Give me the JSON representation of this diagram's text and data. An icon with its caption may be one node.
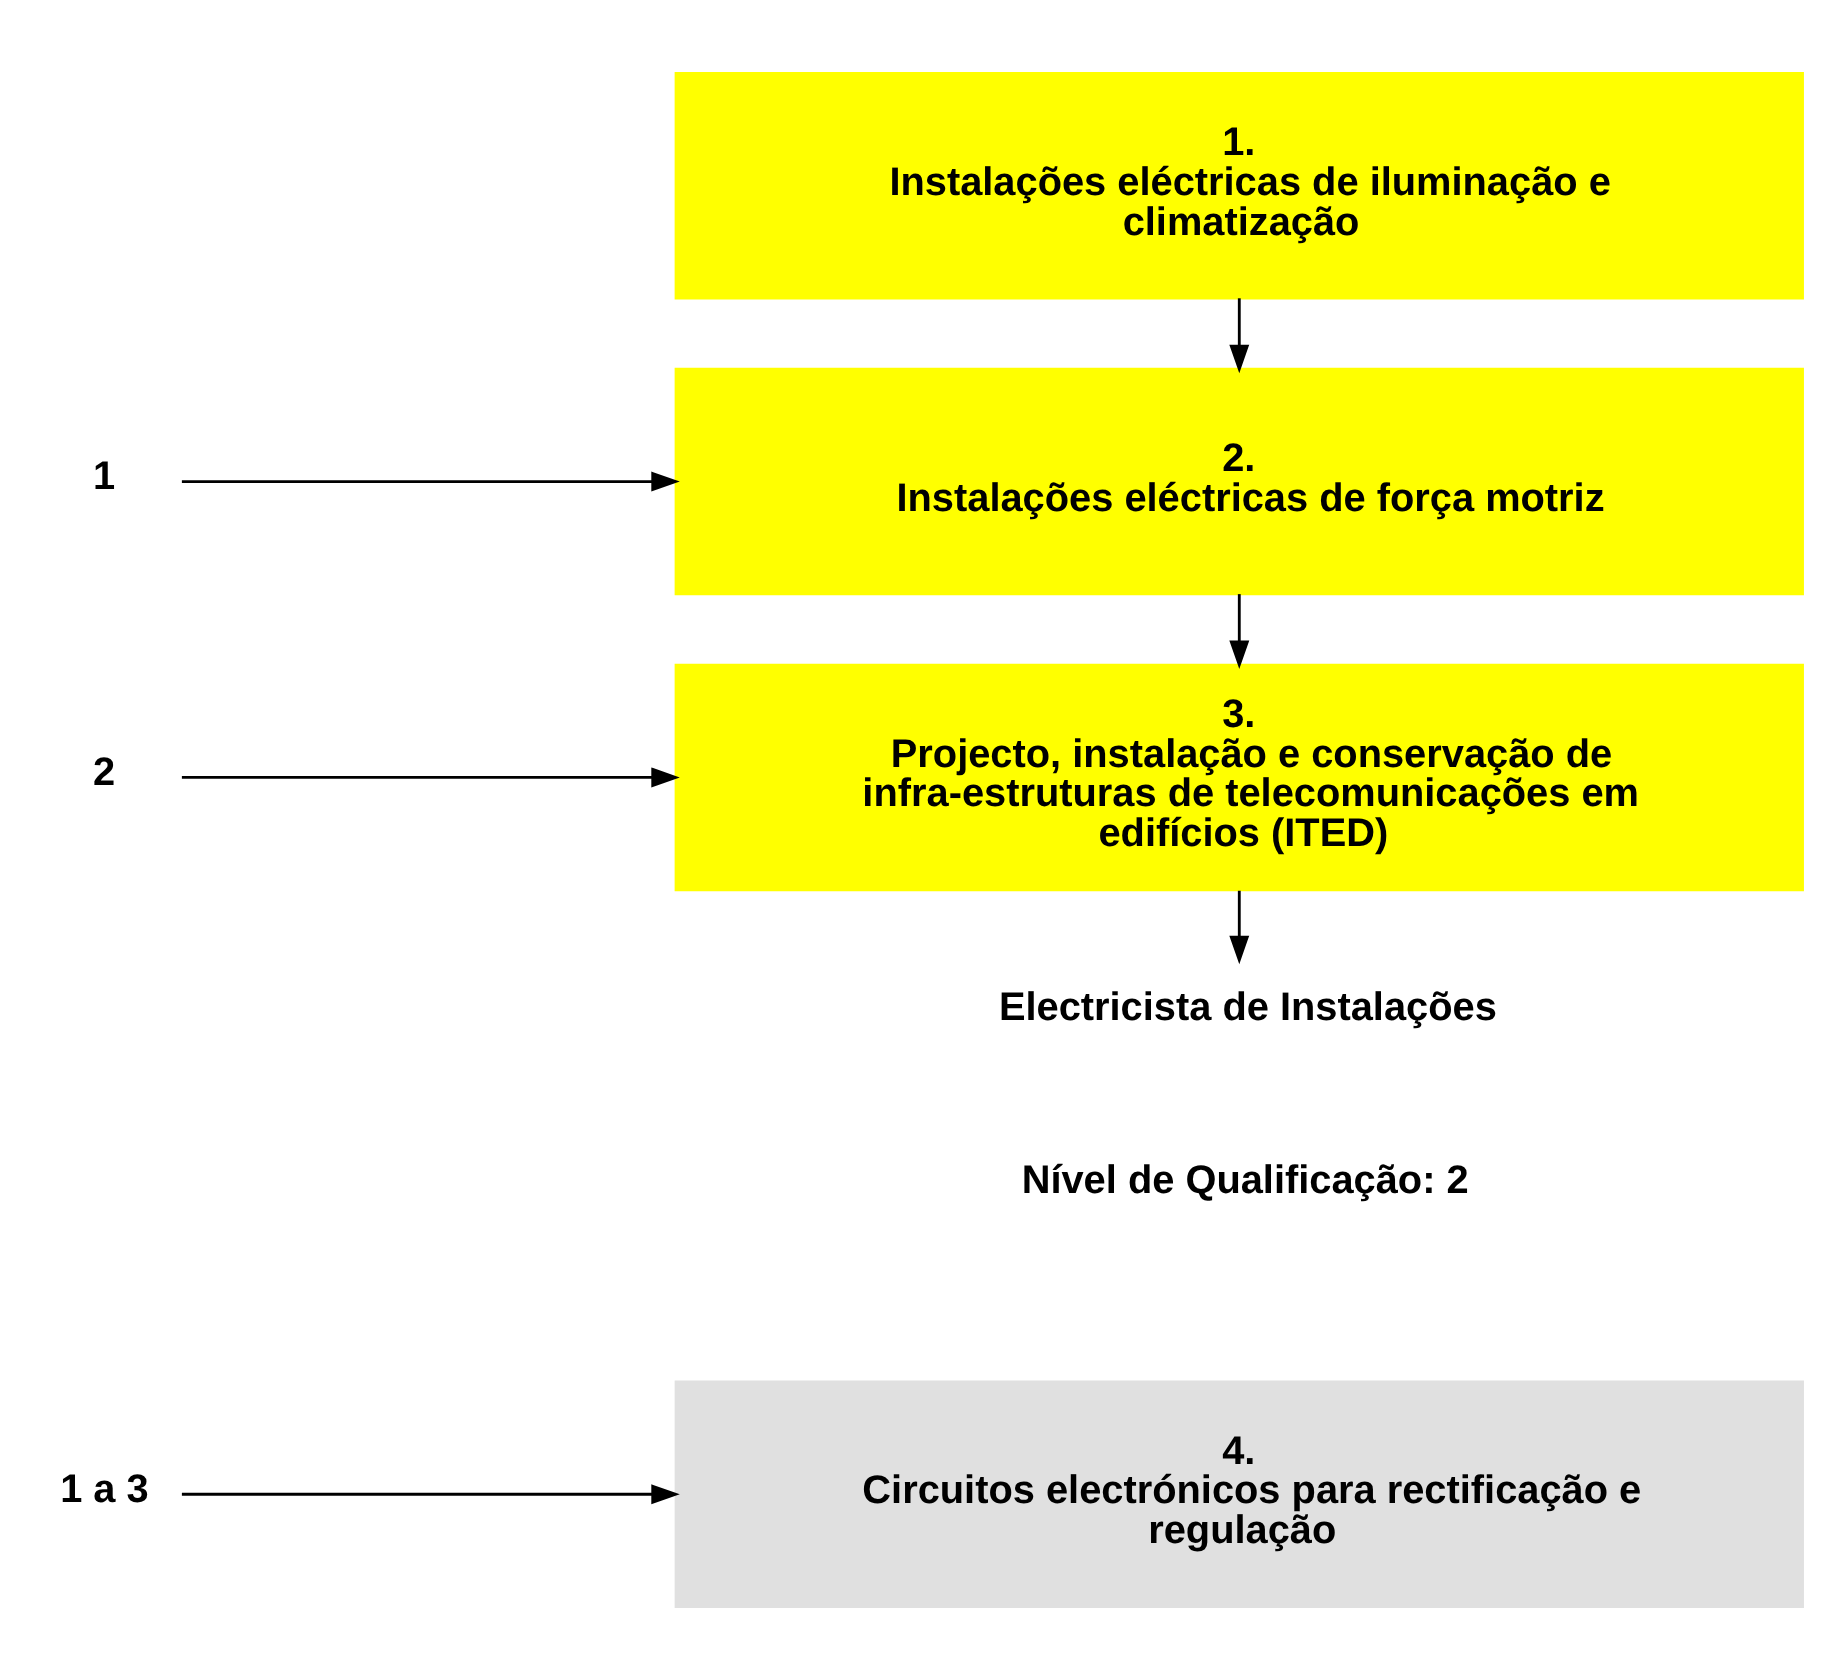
{
  "diagram": {
    "nodes": [
      {
        "text": [
          "1.",
          "Instalações eléctricas de iluminação e climatização"
        ]
      },
      {
        "text": [
          "2.",
          "Instalações eléctricas de força motriz"
        ]
      },
      {
        "text": [
          "3.",
          "Projecto, instalação e conservação de infra-estruturas de telecomunicações em edifícios (ITED)"
        ]
      },
      {
        "text": [
          "Electricista de Instalações"
        ]
      },
      {
        "text": [
          "4.",
          "Circuitos electrónicos para rectificação e regulação"
        ]
      },
      {
        "text": [
          "1"
        ]
      },
      {
        "text": [
          "2"
        ]
      },
      {
        "text": [
          "1 a 3"
        ]
      }
    ],
    "edges": [
      {
        "from": 0,
        "to": 1,
        "arrow": "to"
      },
      {
        "from": 1,
        "to": 2,
        "arrow": "to"
      },
      {
        "from": 2,
        "to": 3,
        "arrow": "to"
      },
      {
        "from": 5,
        "to": 1,
        "arrow": "to"
      },
      {
        "from": 6,
        "to": 2,
        "arrow": "to"
      },
      {
        "from": 7,
        "to": 4,
        "arrow": "to"
      }
    ],
    "labels": [
      "Nível de Qualificação: 2"
    ]
  }
}
